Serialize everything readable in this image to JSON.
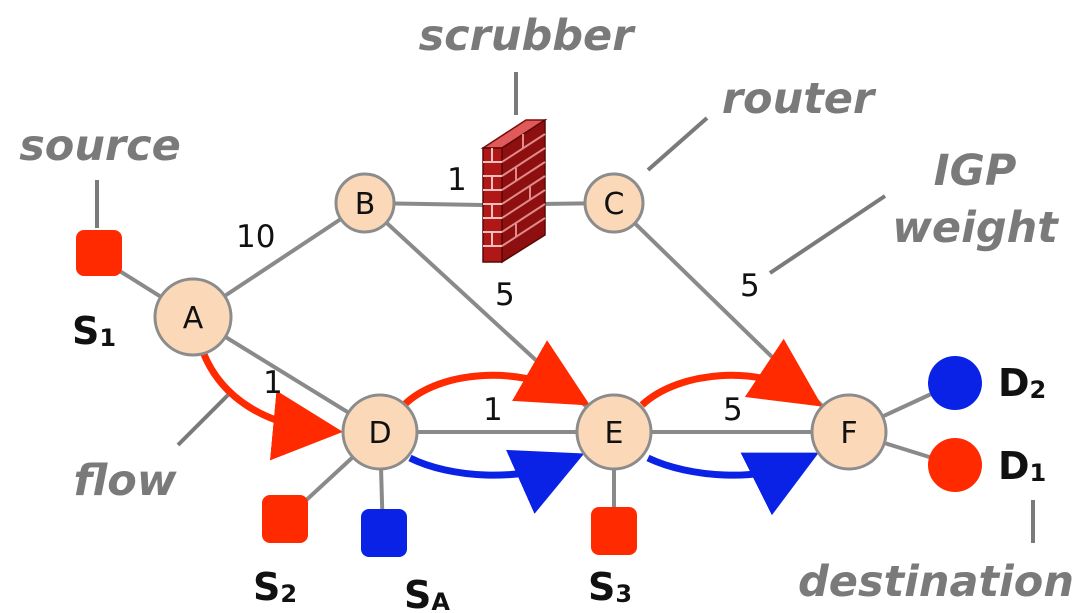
{
  "colors": {
    "node_fill": "#fbd9b8",
    "node_stroke": "#8c8c8c",
    "link": "#8a8a8a",
    "red": "#ff2a00",
    "blue": "#0a22e6",
    "callout_text": "#7a7a7a",
    "brick": "#b01818"
  },
  "nodes": {
    "A": "A",
    "B": "B",
    "C": "C",
    "D": "D",
    "E": "E",
    "F": "F"
  },
  "weights": {
    "ab": "10",
    "bc": "1",
    "be": "5",
    "cf": "5",
    "ad": "1",
    "de": "1",
    "ef": "5"
  },
  "callouts": {
    "scrubber": "scrubber",
    "router": "router",
    "source": "source",
    "igp_line1": "IGP",
    "igp_line2": "weight",
    "flow": "flow",
    "destination": "destination"
  },
  "endpoints": {
    "s1": {
      "main": "S",
      "sub": "1",
      "color": "red",
      "shape": "square"
    },
    "s2": {
      "main": "S",
      "sub": "2",
      "color": "red",
      "shape": "square"
    },
    "sa": {
      "main": "S",
      "sub": "A",
      "color": "blue",
      "shape": "square"
    },
    "s3": {
      "main": "S",
      "sub": "3",
      "color": "red",
      "shape": "square"
    },
    "d1": {
      "main": "D",
      "sub": "1",
      "color": "red",
      "shape": "circle"
    },
    "d2": {
      "main": "D",
      "sub": "2",
      "color": "blue",
      "shape": "circle"
    }
  }
}
